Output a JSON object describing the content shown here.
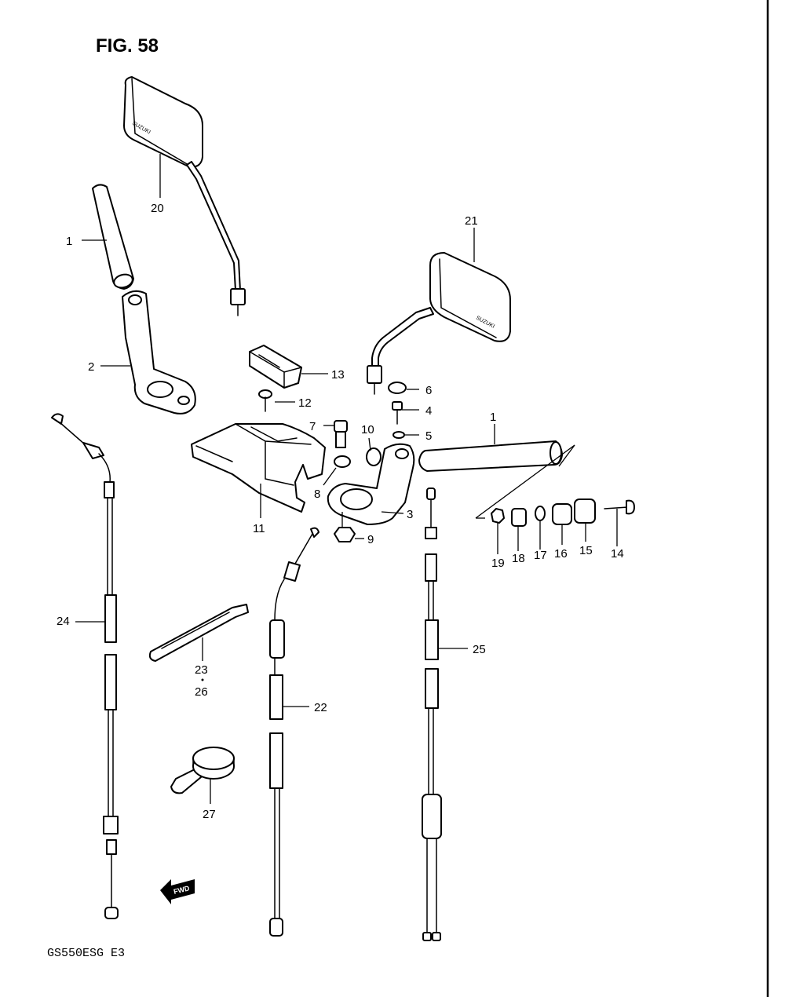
{
  "figure": {
    "title": "FIG. 58",
    "model_code": "GS550ESG  E3",
    "brand_mark": "SUZUKI",
    "direction_mark": "FWD"
  },
  "colors": {
    "line": "#000000",
    "paper": "#ffffff"
  },
  "callouts": [
    "1",
    "20",
    "2",
    "21",
    "13",
    "6",
    "12",
    "4",
    "7",
    "10",
    "5",
    "1",
    "8",
    "11",
    "3",
    "9",
    "19",
    "18",
    "17",
    "16",
    "15",
    "14",
    "24",
    "22",
    "25",
    "23",
    "26",
    "27"
  ]
}
